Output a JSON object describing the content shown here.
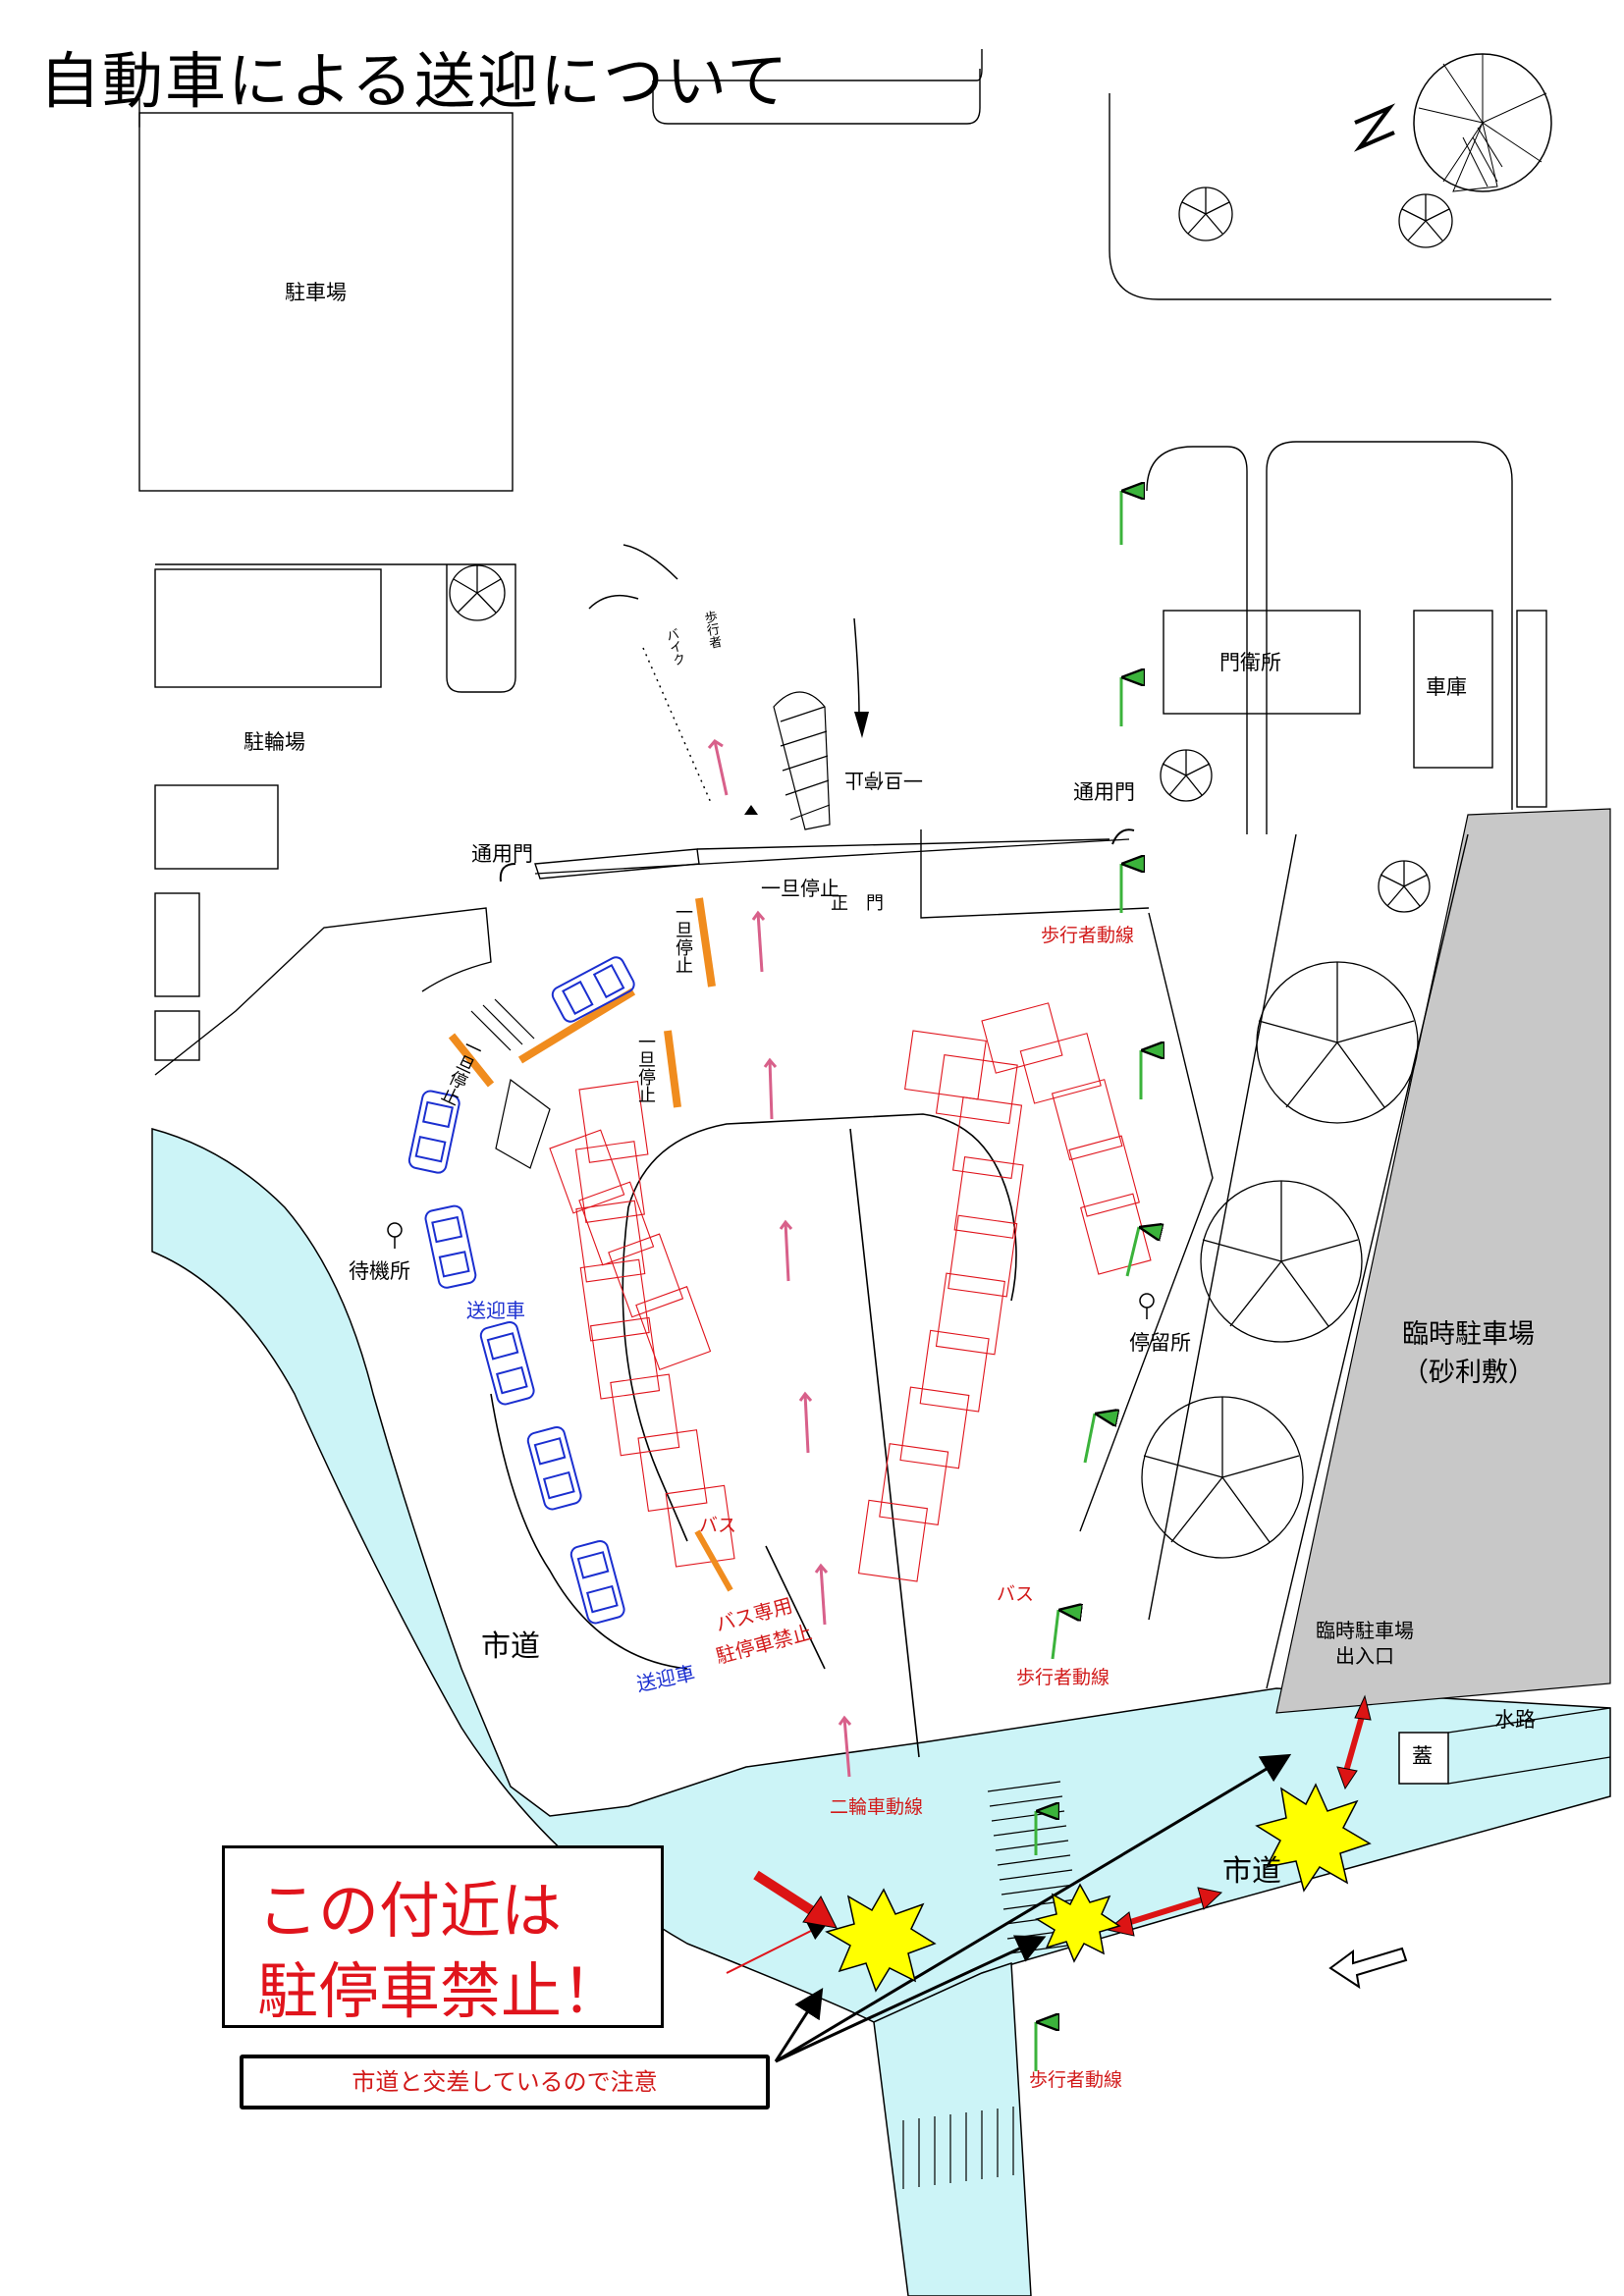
{
  "title": "自動車による送迎について",
  "labels": {
    "parking": "駐車場",
    "bicycle_parking": "駐輪場",
    "service_gate_left": "通用門",
    "service_gate_right": "通用門",
    "main_gate": "正　門",
    "guard_house": "門衛所",
    "garage": "車庫",
    "waiting_area_left": "待機所",
    "stop_area_right": "停留所",
    "pickup_car_1": "送迎車",
    "pickup_car_2": "送迎車",
    "bus_1": "バス",
    "bus_2": "バス",
    "bus_only": "バス専用",
    "no_stopping_bus": "駐停車禁止",
    "pedestrian_1": "歩行者動線",
    "pedestrian_2": "歩行者動線",
    "pedestrian_3": "歩行者動線",
    "two_wheel": "二輪車動線",
    "city_road_left": "市道",
    "city_road_right": "市道",
    "temp_lot_line1": "臨時駐車場",
    "temp_lot_line2": "（砂利敷）",
    "temp_lot_entry_line1": "臨時駐車場",
    "temp_lot_entry_line2": "出入口",
    "waterway": "水路",
    "lid": "蓋",
    "stop_mark_1": "一旦停止",
    "stop_mark_2": "一旦停止",
    "stop_mark_3": "一旦停止",
    "stop_mark_4": "一旦停止",
    "stop_mark_5": "一旦停止",
    "bike_path": "バイク",
    "pedestrians": "歩行者",
    "north": "N"
  },
  "warning": "この付近は\n駐停車禁止！",
  "note": "市道と交差しているので注意",
  "colors": {
    "road_fill": "#ccf4f7",
    "gravel_fill": "#c8c8c8",
    "blue_car": "#1b2fd0",
    "bus_outline": "#e0141c",
    "warning_red": "#e0141c",
    "star_yellow": "#ffff00",
    "pedestrian_arrow": "#3bb33b",
    "vehicle_arrow": "#d8608a",
    "orange_bar": "#f08c1e",
    "arrow_red": "#dc1414"
  }
}
